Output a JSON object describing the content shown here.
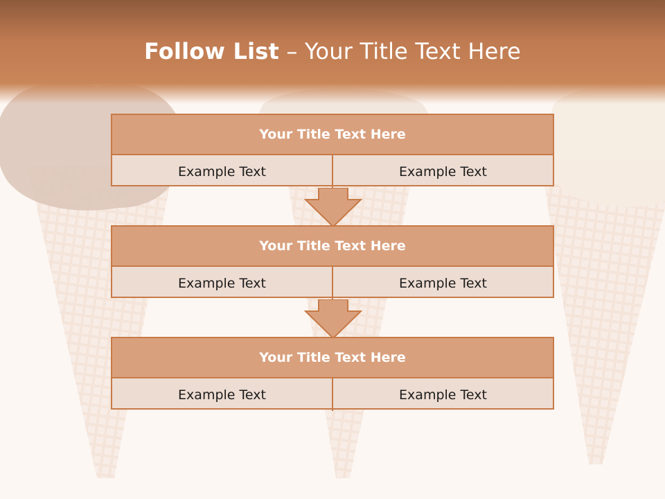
{
  "slide": {
    "title_bold": "Follow List",
    "title_rest": " – Your Title Text Here"
  },
  "steps": [
    {
      "title": "Your Title Text Here",
      "left": "Example Text",
      "right": "Example Text"
    },
    {
      "title": "Your Title Text Here",
      "left": "Example Text",
      "right": "Example Text"
    },
    {
      "title": "Your Title Text Here",
      "left": "Example Text",
      "right": "Example Text"
    }
  ],
  "colors": {
    "header": "#c07b52",
    "box_border": "#c77a47",
    "box_header": "#d9a07d",
    "box_body": "#eddcd2",
    "arrow": "#d9a07d"
  },
  "background": {
    "image": "ice-cream-cones-image"
  }
}
